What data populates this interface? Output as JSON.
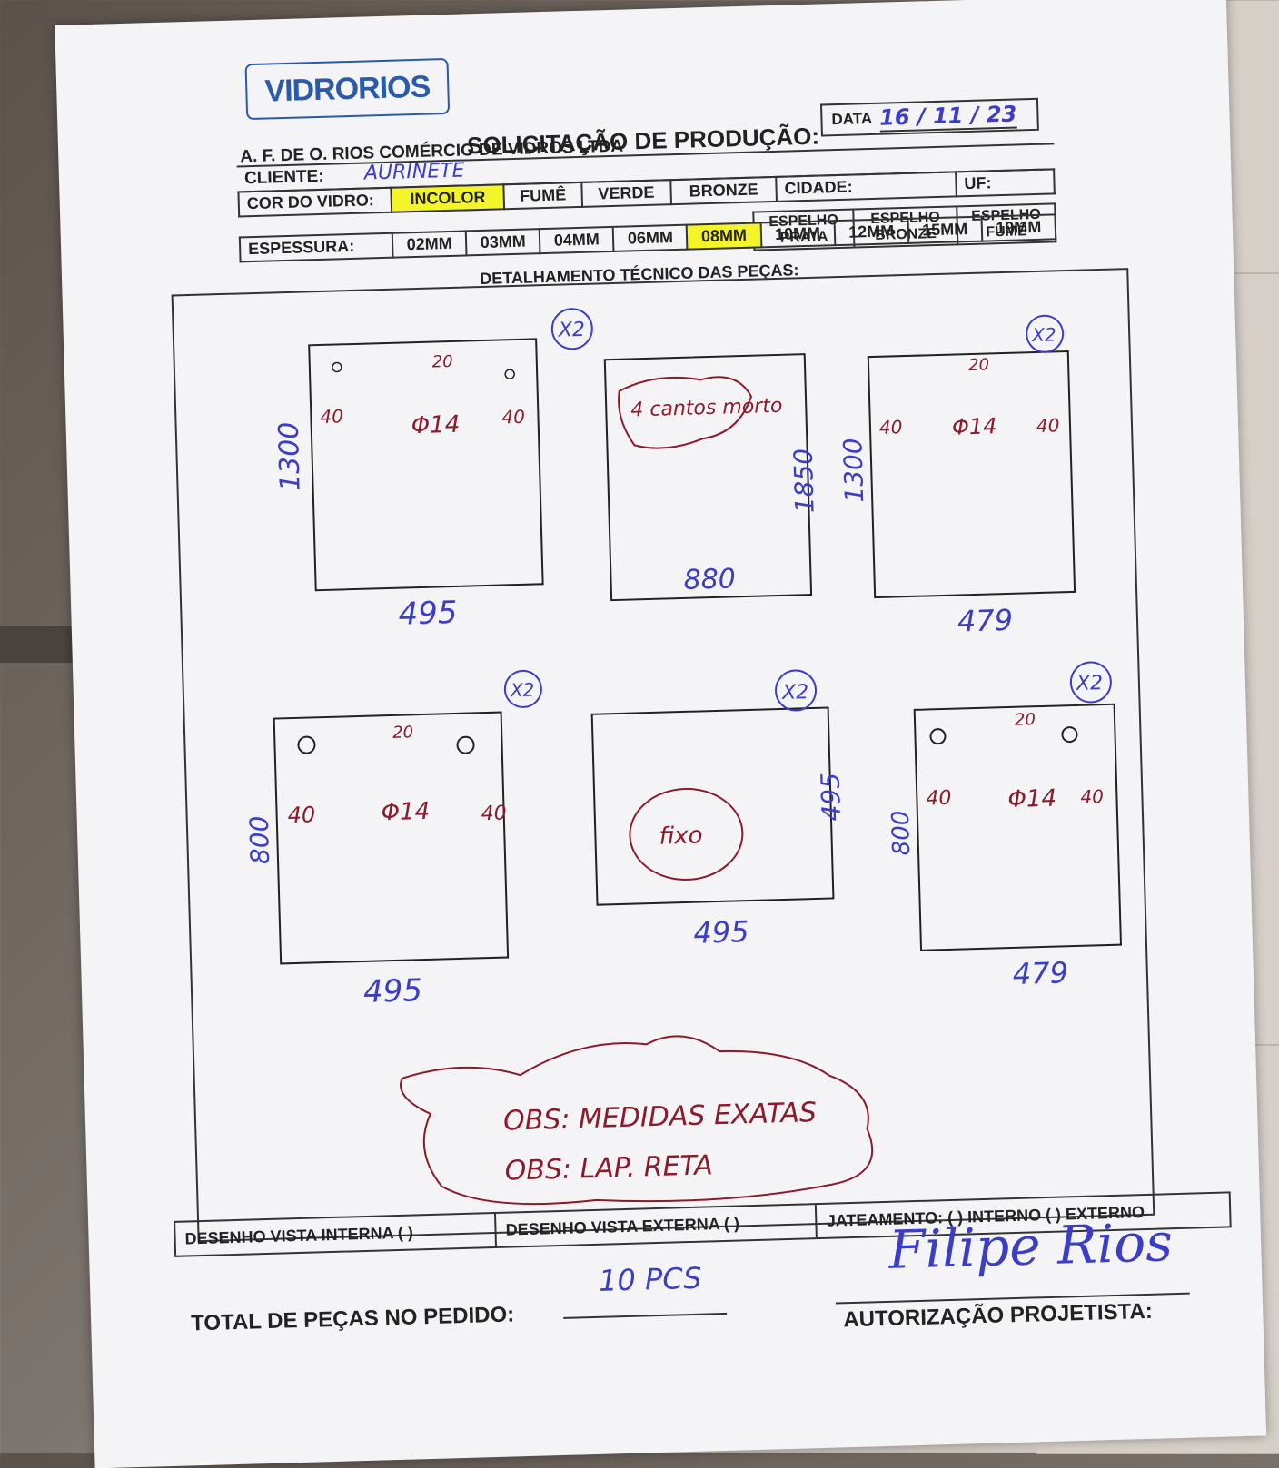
{
  "header": {
    "logo": "VIDRORIOS",
    "date_label": "DATA",
    "date_value": "16 / 11 / 23",
    "title": "SOLICITAÇÃO DE PRODUÇÃO:",
    "company": "A. F. DE O. RIOS COMÉRCIO DE VIDROS LTDA",
    "client_label": "CLIENTE:",
    "client_value": "AURINETE"
  },
  "glass": {
    "color_label": "COR DO VIDRO:",
    "colors": [
      "INCOLOR",
      "FUMÊ",
      "VERDE",
      "BRONZE"
    ],
    "selected_color": "INCOLOR",
    "city_label": "CIDADE:",
    "uf_label": "UF:",
    "mirrors": [
      "ESPELHO PRATA",
      "ESPELHO BRONZE",
      "ESPELHO FUMÊ"
    ],
    "thickness_label": "ESPESSURA:",
    "thicknesses": [
      "02MM",
      "03MM",
      "04MM",
      "06MM",
      "08MM",
      "10MM",
      "12MM",
      "15MM",
      "19MM"
    ],
    "selected_thickness": "08MM"
  },
  "detail": {
    "label": "DETALHAMENTO TÉCNICO DAS PEÇAS:",
    "pieces": [
      {
        "qty": "X2",
        "height": "1300",
        "width": "495",
        "hole": "Φ14",
        "offset_top": "20",
        "offset_side_left": "40",
        "offset_side_right": "40"
      },
      {
        "qty": "",
        "height": "1850",
        "width": "880",
        "note": "4 cantos morto"
      },
      {
        "qty": "X2",
        "height": "1300",
        "width": "479",
        "hole": "Φ14",
        "offset_top": "20",
        "offset_side_left": "40",
        "offset_side_right": "40"
      },
      {
        "qty": "X2",
        "height": "800",
        "width": "495",
        "hole": "Φ14",
        "offset_top": "20",
        "offset_side_left": "40",
        "offset_side_right": "40"
      },
      {
        "qty": "X2",
        "height": "495",
        "width": "495",
        "note": "fixo"
      },
      {
        "qty": "X2",
        "height": "800",
        "width": "479",
        "hole": "Φ14",
        "offset_top": "20",
        "offset_side_left": "40",
        "offset_side_right": "40"
      }
    ],
    "obs_1": "OBS: MEDIDAS EXATAS",
    "obs_2": "OBS: LAP. RETA"
  },
  "footer": {
    "internal_view": "DESENHO VISTA INTERNA ( )",
    "external_view": "DESENHO VISTA EXTERNA ( )",
    "sandblast": "JATEAMENTO: ( ) INTERNO ( ) EXTERNO",
    "total_label": "TOTAL DE PEÇAS NO PEDIDO:",
    "total_value": "10 PCS",
    "signature": "Filipe Rios",
    "auth_label": "AUTORIZAÇÃO PROJETISTA:"
  }
}
